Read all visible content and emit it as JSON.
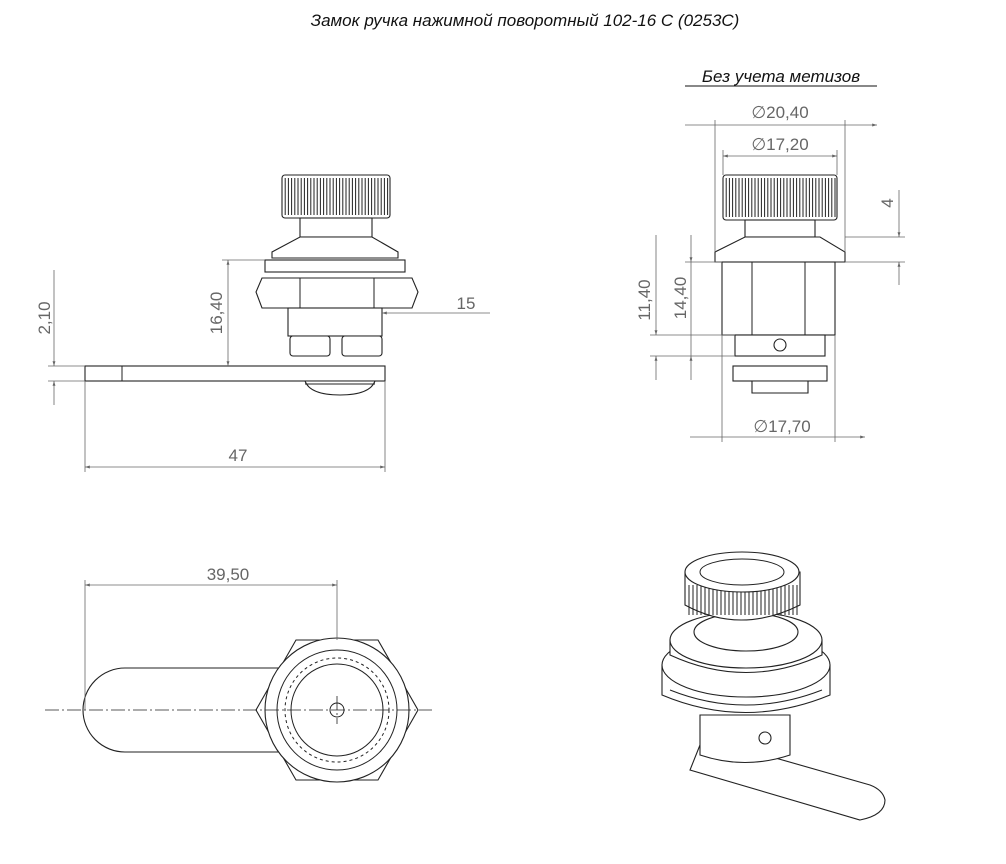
{
  "title": "Замок ручка нажимной поворотный 102-16 С (0253С)",
  "note": "Без учета метизов",
  "dimensions": {
    "front": {
      "plate_thickness": "2,10",
      "height": "16,40",
      "thread": "15",
      "length": "47"
    },
    "side": {
      "d_flange": "∅20,40",
      "d_knob": "∅17,20",
      "knob_gap": "4",
      "h1": "11,40",
      "h2": "14,40",
      "d_nut": "∅17,70"
    },
    "top": {
      "lever_reach": "39,50"
    }
  }
}
